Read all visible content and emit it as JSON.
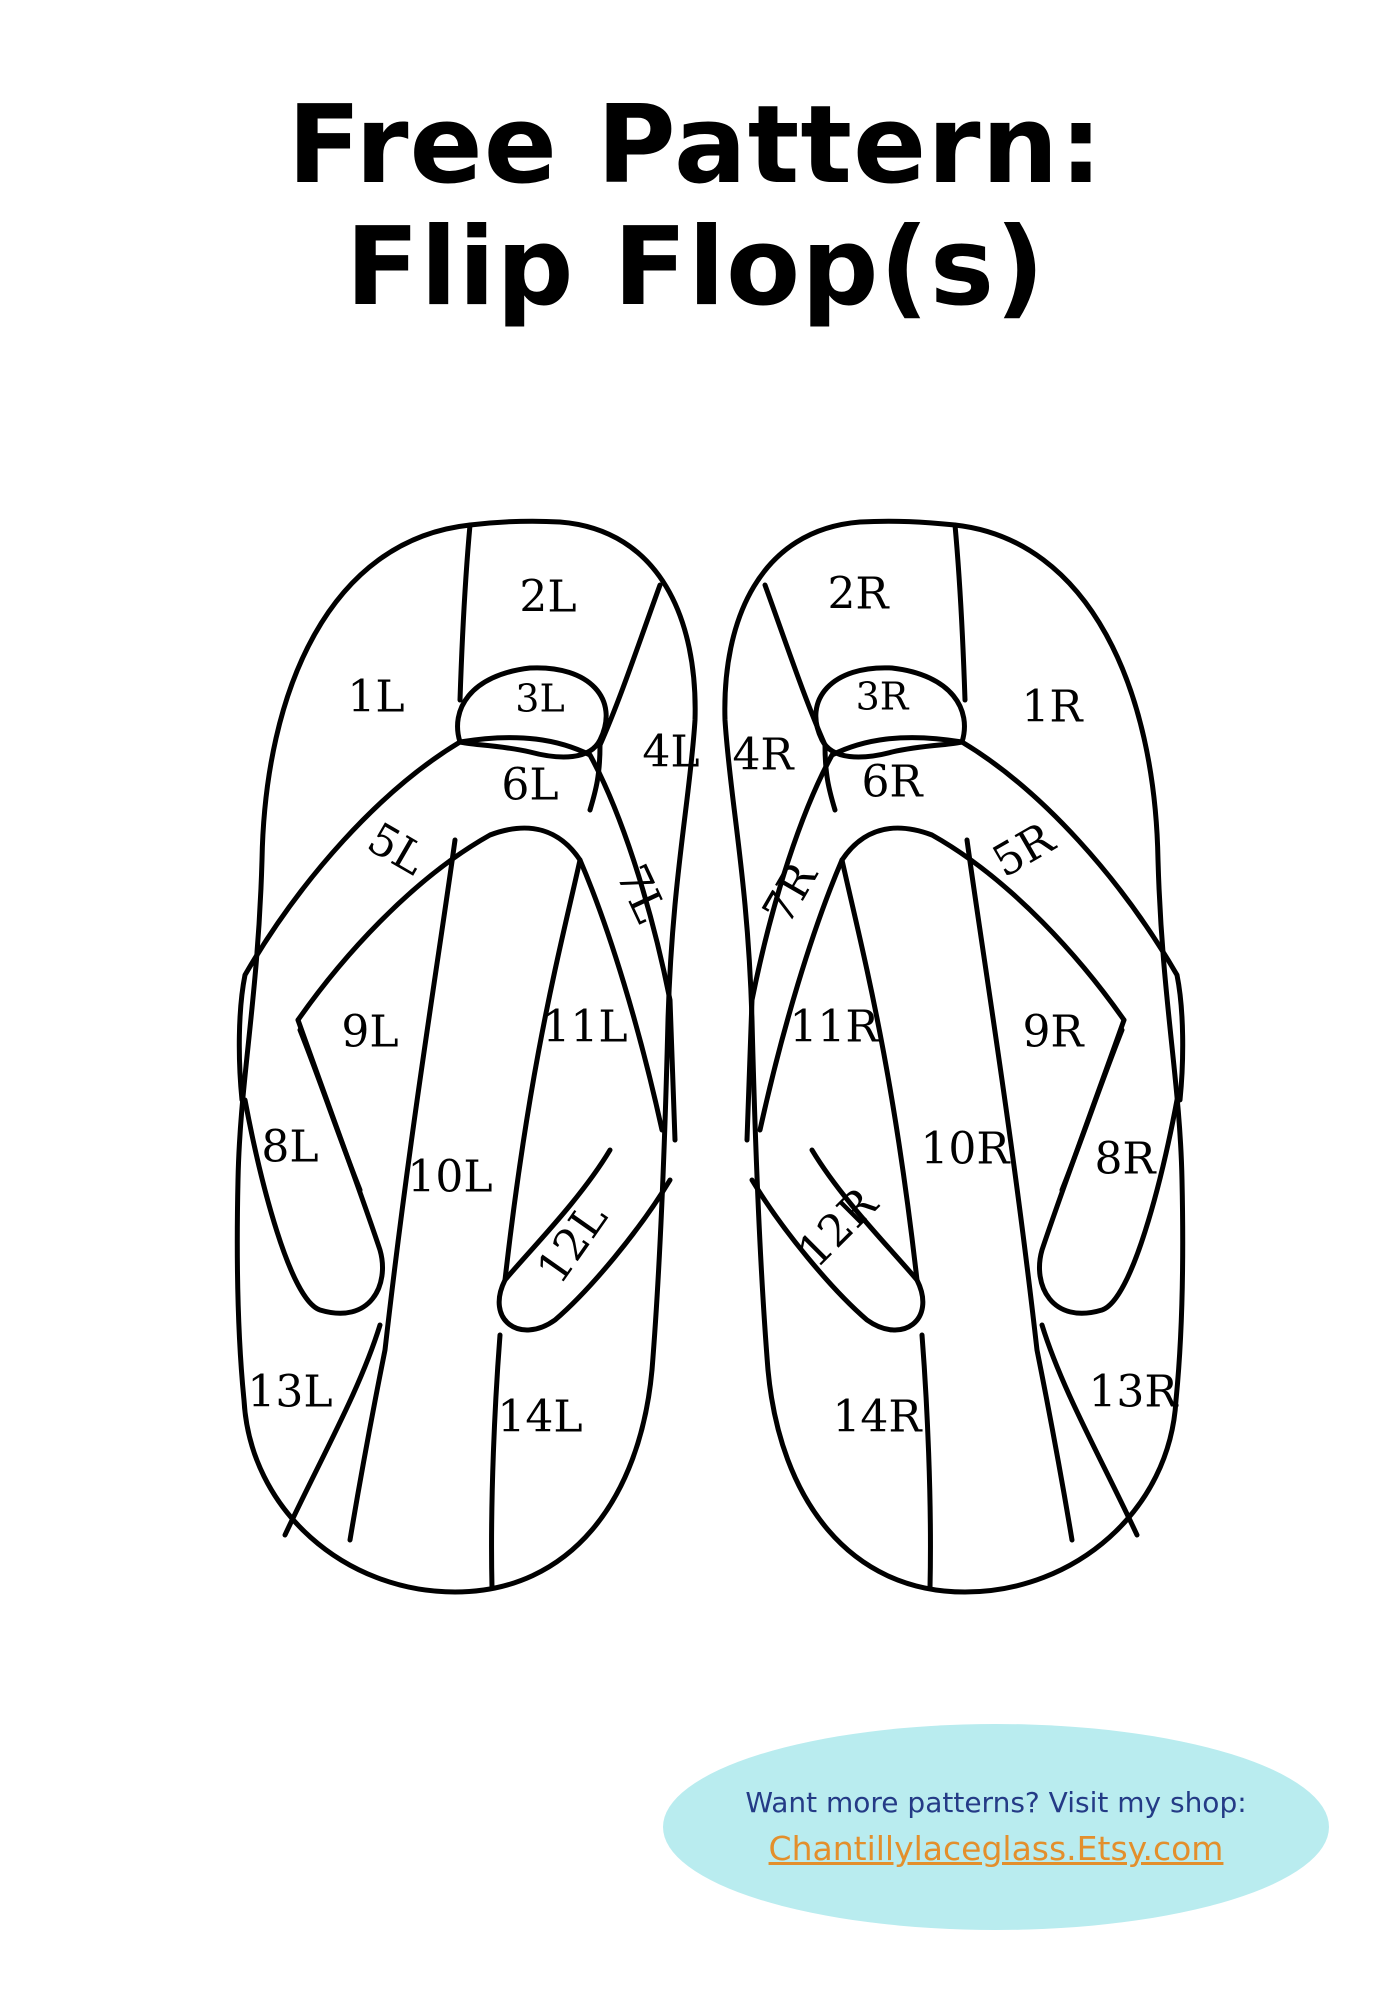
{
  "title": {
    "line1": "Free Pattern:",
    "line2": "Flip Flop(s)"
  },
  "labels_left": {
    "p1": "1L",
    "p2": "2L",
    "p3": "3L",
    "p4": "4L",
    "p5": "5L",
    "p6": "6L",
    "p7": "7L",
    "p8": "8L",
    "p9": "9L",
    "p10": "10L",
    "p11": "11L",
    "p12": "12L",
    "p13": "13L",
    "p14": "14L"
  },
  "labels_right": {
    "p1": "1R",
    "p2": "2R",
    "p3": "3R",
    "p4": "4R",
    "p5": "5R",
    "p6": "6R",
    "p7": "7R",
    "p8": "8R",
    "p9": "9R",
    "p10": "10R",
    "p11": "11R",
    "p12": "12R",
    "p13": "13R",
    "p14": "14R"
  },
  "promo": {
    "text": "Want more patterns? Visit my shop:",
    "link": "Chantillylaceglass.Etsy.com",
    "bubble_color": "#b9ecef",
    "text_color": "#243b86",
    "link_color": "#e38f2c"
  }
}
